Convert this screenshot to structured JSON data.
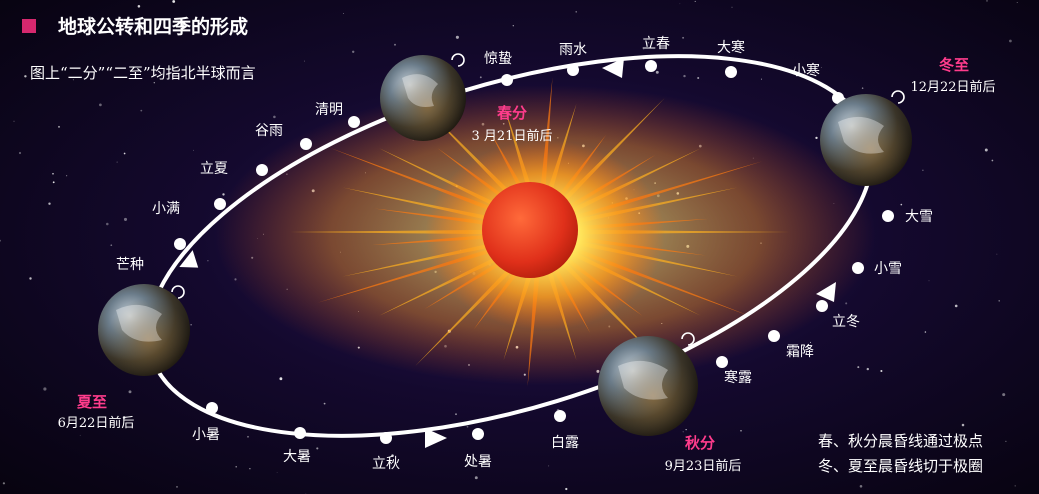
{
  "header": {
    "title": "地球公转和四季的形成",
    "subtitle": "图上“二分”“二至”均指北半球而言",
    "marker_color": "#d6286e"
  },
  "key_points": [
    {
      "name": "春分",
      "date": "3 月21日前后"
    },
    {
      "name": "夏至",
      "date": "6月22日前后"
    },
    {
      "name": "秋分",
      "date": "9月23日前后"
    },
    {
      "name": "冬至",
      "date": "12月22日前后"
    }
  ],
  "solar_terms": [
    "立春",
    "雨水",
    "惊蛰",
    "清明",
    "谷雨",
    "立夏",
    "小满",
    "芒种",
    "小暑",
    "大暑",
    "立秋",
    "处暑",
    "白露",
    "寒露",
    "霜降",
    "立冬",
    "小雪",
    "大雪",
    "小寒",
    "大寒"
  ],
  "notes": [
    "春、秋分晨昏线通过极点",
    "冬、夏至晨昏线切于极圈"
  ],
  "colors": {
    "key_label": "#ff3c8c",
    "term_label": "#ffffff",
    "orbit": "#ffffff",
    "sun": "#e8361a"
  },
  "icons": [
    "rotation-arrow-icon",
    "orbit-direction-arrow-icon"
  ]
}
